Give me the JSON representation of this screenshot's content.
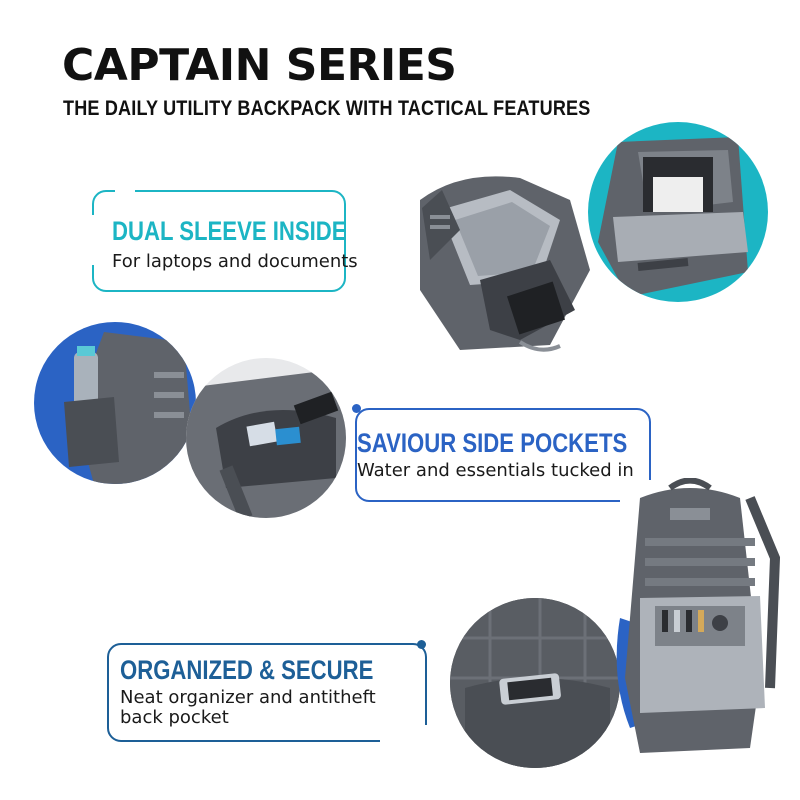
{
  "header": {
    "title": "CAPTAIN SERIES",
    "subtitle": "THE DAILY UTILITY BACKPACK WITH TACTICAL FEATURES"
  },
  "features": [
    {
      "title": "DUAL SLEEVE INSIDE",
      "text": "For laptops and documents",
      "color": "#1cb5c4"
    },
    {
      "title": "SAVIOUR SIDE POCKETS",
      "text": "Water and essentials tucked in",
      "color": "#2b63c4"
    },
    {
      "title": "ORGANIZED & SECURE",
      "text": "Neat organizer and antitheft back pocket",
      "color": "#1d5f97"
    }
  ],
  "colors": {
    "bag_gray": "#5f636a",
    "bag_dark": "#3d4046",
    "bag_light": "#9aa0a8",
    "teal_accent": "#1cb5c4",
    "blue_accent": "#2b63c4",
    "navy_accent": "#1d5f97"
  }
}
